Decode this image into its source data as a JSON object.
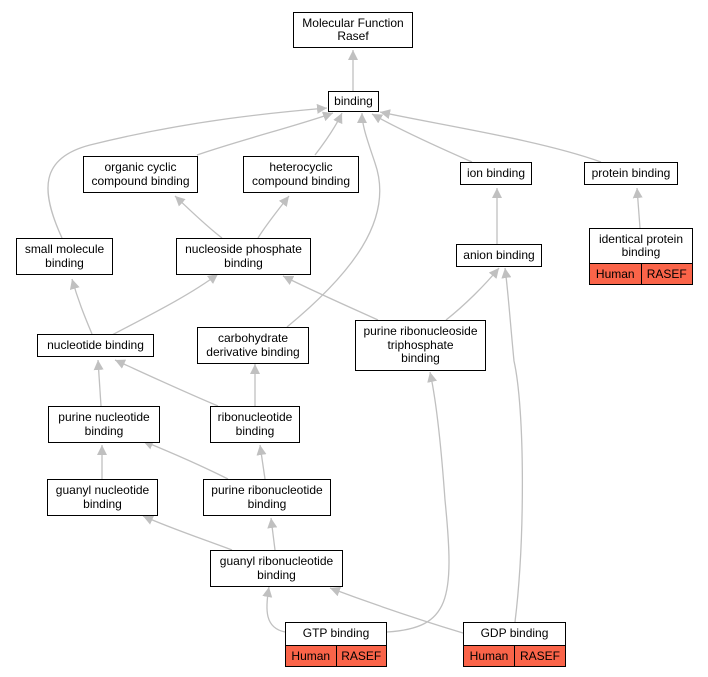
{
  "nodes": {
    "root": {
      "lines": [
        "Molecular Function",
        "Rasef"
      ]
    },
    "binding": {
      "lines": [
        "binding"
      ]
    },
    "organic_cyclic": {
      "lines": [
        "organic cyclic",
        "compound binding"
      ]
    },
    "heterocyclic": {
      "lines": [
        "heterocyclic",
        "compound binding"
      ]
    },
    "ion_binding": {
      "lines": [
        "ion binding"
      ]
    },
    "protein_binding": {
      "lines": [
        "protein binding"
      ]
    },
    "identical_protein": {
      "lines": [
        "identical protein",
        "binding"
      ],
      "genes": [
        "Human",
        "RASEF"
      ]
    },
    "small_molecule": {
      "lines": [
        "small molecule",
        "binding"
      ]
    },
    "nucleoside_phosphate": {
      "lines": [
        "nucleoside phosphate",
        "binding"
      ]
    },
    "anion_binding": {
      "lines": [
        "anion binding"
      ]
    },
    "nucleotide_binding": {
      "lines": [
        "nucleotide binding"
      ]
    },
    "carbohydrate_derivative": {
      "lines": [
        "carbohydrate",
        "derivative binding"
      ]
    },
    "purine_ribonucleoside_triphosphate": {
      "lines": [
        "purine ribonucleoside",
        "triphosphate",
        "binding"
      ]
    },
    "purine_nucleotide": {
      "lines": [
        "purine nucleotide",
        "binding"
      ]
    },
    "ribonucleotide": {
      "lines": [
        "ribonucleotide",
        "binding"
      ]
    },
    "guanyl_nucleotide": {
      "lines": [
        "guanyl nucleotide",
        "binding"
      ]
    },
    "purine_ribonucleotide": {
      "lines": [
        "purine ribonucleotide",
        "binding"
      ]
    },
    "guanyl_ribonucleotide": {
      "lines": [
        "guanyl ribonucleotide",
        "binding"
      ]
    },
    "gtp_binding": {
      "lines": [
        "GTP binding"
      ],
      "genes": [
        "Human",
        "RASEF"
      ]
    },
    "gdp_binding": {
      "lines": [
        "GDP binding"
      ],
      "genes": [
        "Human",
        "RASEF"
      ]
    }
  },
  "colors": {
    "gene_fill": "#fa6449",
    "edge": "#c0c0c0",
    "border": "#000000"
  }
}
